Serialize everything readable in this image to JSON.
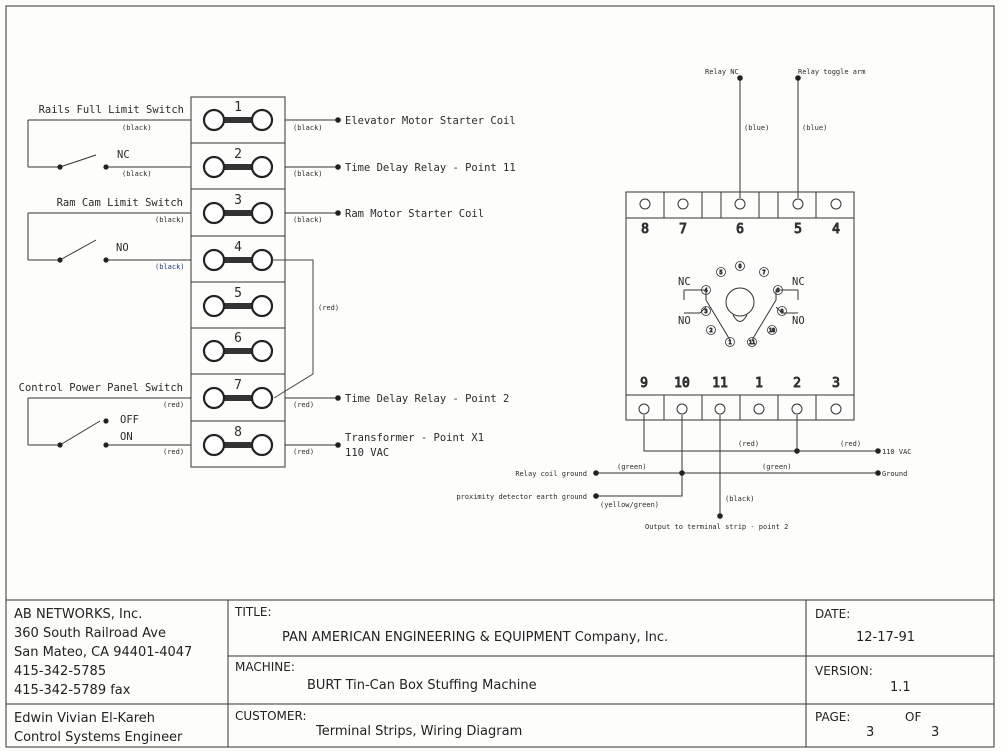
{
  "terminal_strip": {
    "terminals": [
      "1",
      "2",
      "3",
      "4",
      "5",
      "6",
      "7",
      "8"
    ],
    "left_labels": {
      "rails_switch": "Rails Full Limit Switch",
      "rails_contact": "NC",
      "ram_switch": "Ram Cam Limit Switch",
      "ram_contact": "NO",
      "power_switch": "Control Power Panel Switch",
      "power_off": "OFF",
      "power_on": "ON"
    },
    "right_labels": {
      "t1": "Elevator Motor Starter Coil",
      "t2": "Time Delay Relay - Point 11",
      "t3": "Ram Motor Starter Coil",
      "t7": "Time Delay Relay - Point 2",
      "t8a": "Transformer - Point X1",
      "t8b": "110 VAC"
    },
    "wire_colors": {
      "black": "(black)",
      "red": "(red)"
    }
  },
  "relay": {
    "top_wires": {
      "nc": "Relay NC",
      "arm": "Relay toggle arm",
      "blue": "(blue)"
    },
    "top_terminals": [
      "8",
      "7",
      "6",
      "5",
      "4"
    ],
    "bottom_terminals": [
      "9",
      "10",
      "11",
      "1",
      "2",
      "3"
    ],
    "pins": [
      "1",
      "2",
      "3",
      "4",
      "5",
      "6",
      "7",
      "8",
      "9",
      "10",
      "11"
    ],
    "contact_labels": {
      "nc": "NC",
      "no": "NO"
    },
    "bottom_wires": {
      "vac": "110 VAC",
      "ground": "Ground",
      "relay_coil_ground": "Relay coil ground",
      "prox_ground": "proximity detector earth ground",
      "output": "Output to terminal strip - point 2",
      "red": "(red)",
      "green": "(green)",
      "yellow_green": "(yellow/green)",
      "black": "(black)"
    }
  },
  "title_block": {
    "company": [
      "AB NETWORKS, Inc.",
      "360 South Railroad Ave",
      "San Mateo, CA 94401-4047",
      "415-342-5785",
      "415-342-5789 fax"
    ],
    "engineer": [
      "Edwin Vivian El-Kareh",
      "Control Systems Engineer"
    ],
    "title_label": "TITLE:",
    "title_value": "PAN AMERICAN ENGINEERING & EQUIPMENT Company, Inc.",
    "machine_label": "MACHINE:",
    "machine_value": "BURT Tin-Can Box Stuffing Machine",
    "customer_label": "CUSTOMER:",
    "customer_value": "Terminal Strips, Wiring Diagram",
    "date_label": "DATE:",
    "date_value": "12-17-91",
    "version_label": "VERSION:",
    "version_value": "1.1",
    "page_label": "PAGE:",
    "of_label": "OF",
    "page_value": "3",
    "page_total": "3"
  }
}
